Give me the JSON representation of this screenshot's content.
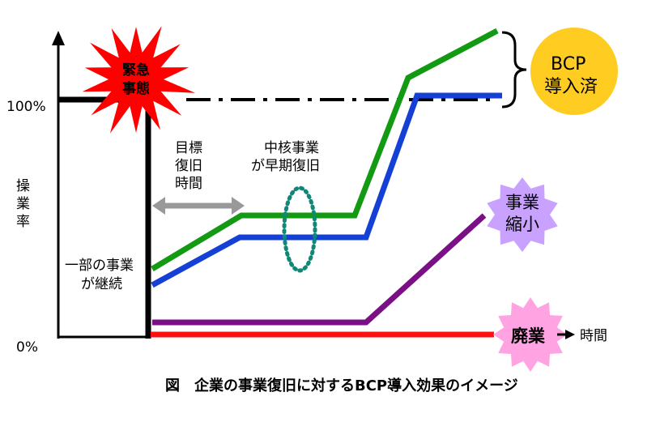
{
  "axis": {
    "y_100": "100%",
    "y_0": "0%",
    "y_label": [
      "操",
      "業",
      "率"
    ],
    "x_label": "時間"
  },
  "labels": {
    "emergency": [
      "緊急",
      "事態"
    ],
    "target_time": [
      "目標",
      "復旧",
      "時間"
    ],
    "core_business": [
      "中核事業",
      "が早期復旧"
    ],
    "partial": [
      "一部の事業",
      "が継続"
    ],
    "bcp": [
      "BCP",
      "導入済"
    ],
    "shrink": [
      "事業",
      "縮小"
    ],
    "abolish": "廃業"
  },
  "caption": "図　企業の事業復旧に対するBCP導入効果のイメージ",
  "colors": {
    "green": "#129a12",
    "blue": "#1540d6",
    "purple": "#7a0f86",
    "red": "#ff1010",
    "badge_yellow": "#ffcc22",
    "shrink_fill": "#c9a2ff",
    "abolish_fill": "#ffa3e3",
    "teal": "#118877",
    "gray_arrow": "#999999"
  }
}
